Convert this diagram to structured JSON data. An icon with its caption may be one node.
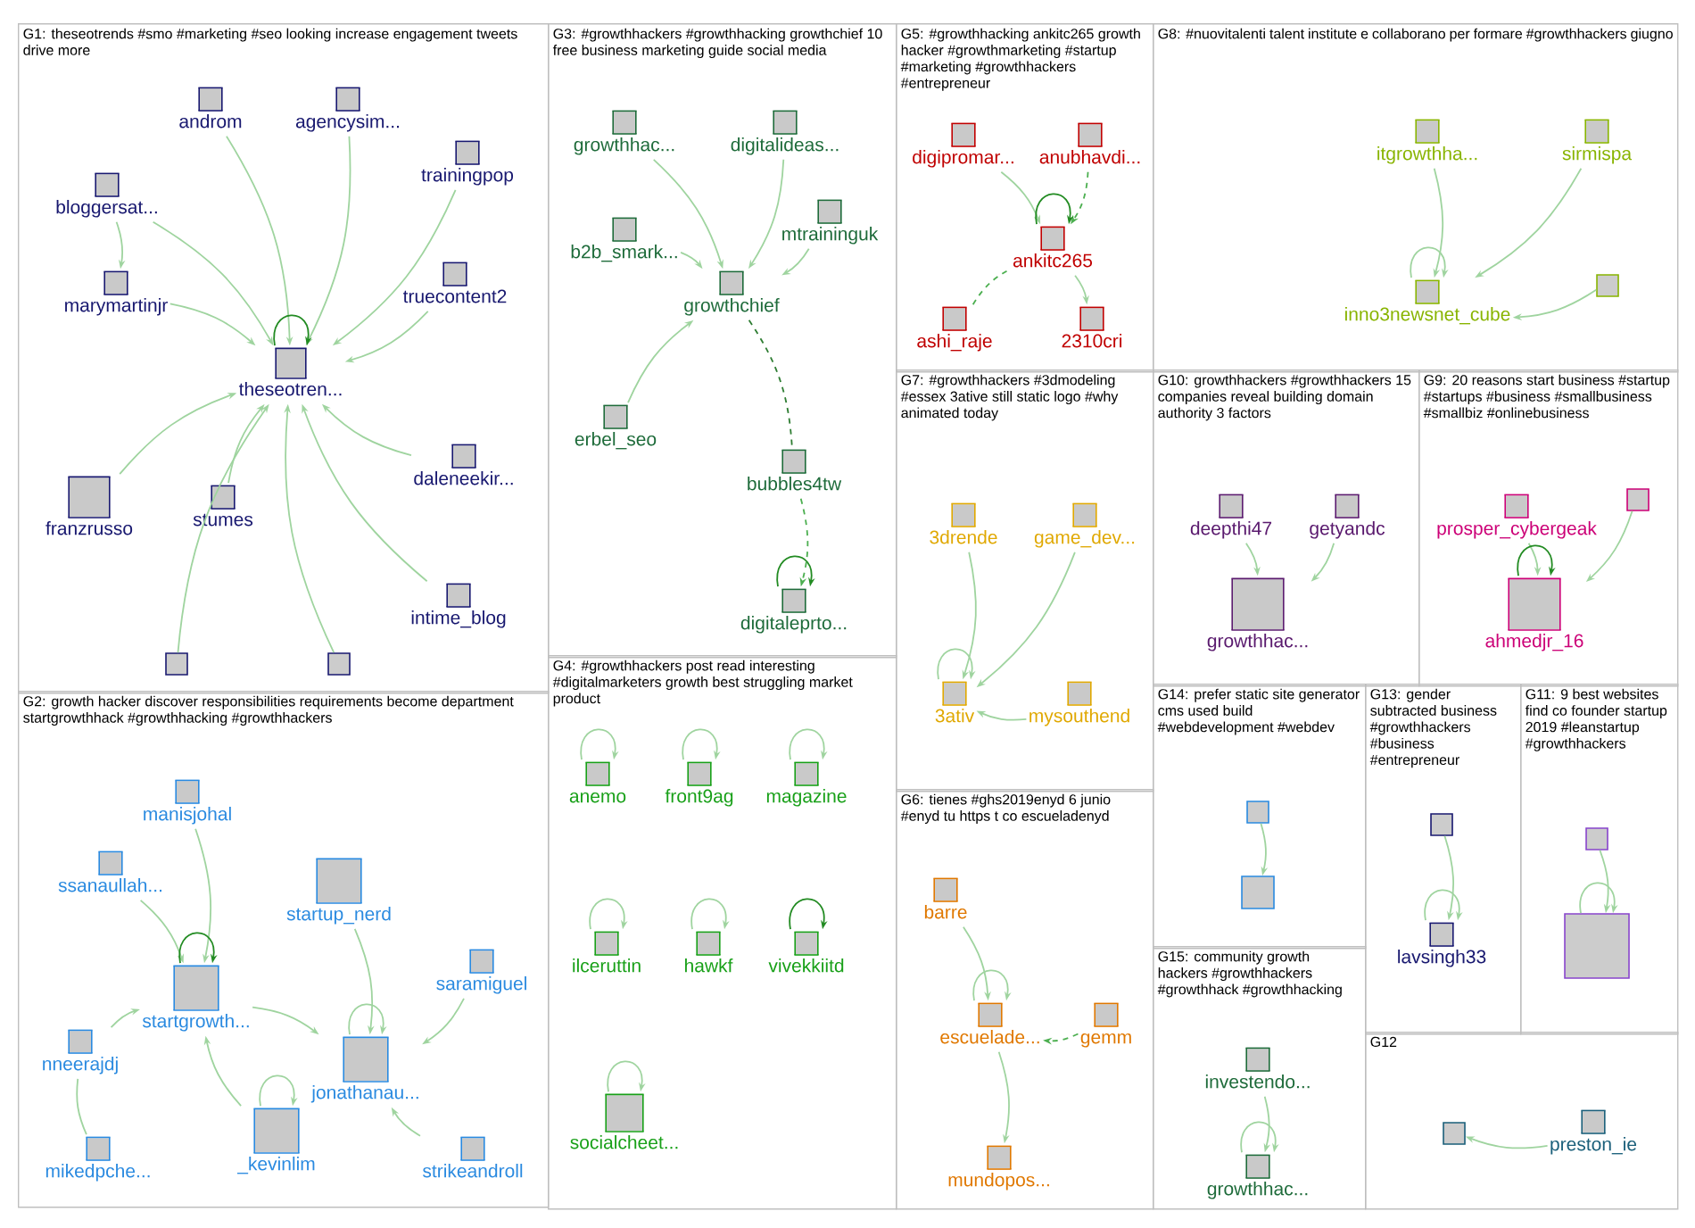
{
  "diagram": {
    "nodes": [
      {
        "text": [
          "G1: theseotrends #smo #marketing #seo looking increase engagement tweets drive more"
        ]
      },
      {
        "text": [
          "androm"
        ],
        "in": 0
      },
      {
        "text": [
          "agencysim..."
        ],
        "in": 0
      },
      {
        "text": [
          "trainingpop"
        ],
        "in": 0
      },
      {
        "text": [
          "bloggersat..."
        ],
        "in": 0
      },
      {
        "text": [
          "marymartinjr"
        ],
        "in": 0
      },
      {
        "text": [
          "theseotren..."
        ],
        "in": 0
      },
      {
        "text": [
          "franzrusso"
        ],
        "in": 0
      },
      {
        "text": [
          "stumes"
        ],
        "in": 0
      },
      {
        "text": [
          "intime_blog"
        ],
        "in": 0
      },
      {
        "text": [
          "truecontent2"
        ],
        "in": 0
      },
      {
        "text": [
          "daleneekir..."
        ],
        "in": 0
      },
      {
        "text": [],
        "shape": "box",
        "in": 0
      },
      {
        "text": [],
        "shape": "box",
        "in": 0
      },
      {
        "text": [
          "G3: #growthhackers #growthhacking growthchief 10 free business marketing guide social media"
        ]
      },
      {
        "text": [
          "growthhac..."
        ],
        "in": 14
      },
      {
        "text": [
          "digitalideas..."
        ],
        "in": 14
      },
      {
        "text": [
          "b2b_smark..."
        ],
        "in": 14
      },
      {
        "text": [
          "growthchief"
        ],
        "in": 14
      },
      {
        "text": [
          "mtraininguk"
        ],
        "in": 14
      },
      {
        "text": [
          "erbel_seo"
        ],
        "in": 14
      },
      {
        "text": [
          "bubbles4tw"
        ],
        "in": 14
      },
      {
        "text": [
          "digitaleprto..."
        ],
        "in": 14
      },
      {
        "text": [
          "G5: #growthhacking ankitc265 growth hacker #growthmarketing #startup #marketing #growthhackers #entrepreneur"
        ]
      },
      {
        "text": [
          "digipromar..."
        ],
        "in": 23
      },
      {
        "text": [
          "anubhavdi..."
        ],
        "in": 23
      },
      {
        "text": [
          "ankitc265"
        ],
        "in": 23
      },
      {
        "text": [
          "ashi_raje"
        ],
        "in": 23
      },
      {
        "text": [
          "2310cri"
        ],
        "in": 23
      },
      {
        "text": [
          "G8: #nuovitalenti talent institute e collaborano per formare #growthhackers giugno"
        ]
      },
      {
        "text": [
          "itgrowthha..."
        ],
        "in": 29
      },
      {
        "text": [
          "sirmispa"
        ],
        "in": 29
      },
      {
        "text": [
          "inno3newsnet_cube"
        ],
        "in": 29
      },
      {
        "text": [],
        "shape": "box",
        "in": 29
      },
      {
        "text": [
          "G7: #growthhackers #3dmodeling #essex 3ative still static logo #why animated today"
        ]
      },
      {
        "text": [
          "3drende"
        ],
        "in": 34
      },
      {
        "text": [
          "game_dev..."
        ],
        "in": 34
      },
      {
        "text": [
          "3ativ"
        ],
        "in": 34
      },
      {
        "text": [
          "mysouthend"
        ],
        "in": 34
      },
      {
        "text": [
          "G10: growthhackers #growthhackers 15 companies reveal building domain authority 3 factors"
        ]
      },
      {
        "text": [
          "deepthi47"
        ],
        "in": 39
      },
      {
        "text": [
          "getyandc"
        ],
        "in": 39
      },
      {
        "text": [
          "growthhac..."
        ],
        "in": 39
      },
      {
        "text": [
          "G9: 20 reasons start business #startup #startups #business #smallbusiness #smallbiz #onlinebusiness"
        ]
      },
      {
        "text": [
          "prosper_cybergeak"
        ],
        "in": 43
      },
      {
        "text": [],
        "shape": "box",
        "in": 43
      },
      {
        "text": [
          "ahmedjr_16"
        ],
        "in": 43
      },
      {
        "text": [
          "G2: growth hacker discover responsibilities requirements become department startgrowthhack #growthhacking #growthhackers"
        ]
      },
      {
        "text": [
          "manisjohal"
        ],
        "in": 47
      },
      {
        "text": [
          "ssanaullah..."
        ],
        "in": 47
      },
      {
        "text": [
          "startup_nerd"
        ],
        "in": 47
      },
      {
        "text": [
          "startgrowth..."
        ],
        "in": 47
      },
      {
        "text": [
          "saramiguel"
        ],
        "in": 47
      },
      {
        "text": [
          "nneerajdj"
        ],
        "in": 47
      },
      {
        "text": [
          "jonathanau..."
        ],
        "in": 47
      },
      {
        "text": [
          "mikedpche..."
        ],
        "in": 47
      },
      {
        "text": [
          "_kevinlim"
        ],
        "in": 47
      },
      {
        "text": [
          "strikeandroll"
        ],
        "in": 47
      },
      {
        "text": [
          "G4: #growthhackers post read interesting #digitalmarketers growth best struggling market product"
        ]
      },
      {
        "text": [
          "anemo"
        ],
        "in": 58
      },
      {
        "text": [
          "front9ag"
        ],
        "in": 58
      },
      {
        "text": [
          "magazine"
        ],
        "in": 58
      },
      {
        "text": [
          "ilceruttin"
        ],
        "in": 58
      },
      {
        "text": [
          "hawkf"
        ],
        "in": 58
      },
      {
        "text": [
          "vivekkiitd"
        ],
        "in": 58
      },
      {
        "text": [
          "socialcheet..."
        ],
        "in": 58
      },
      {
        "text": [
          "G6: tienes #ghs2019enyd 6 junio #enyd tu https t co escueladenyd"
        ]
      },
      {
        "text": [
          "barre"
        ],
        "in": 66
      },
      {
        "text": [
          "escuelade..."
        ],
        "in": 66
      },
      {
        "text": [
          "gemm"
        ],
        "in": 66
      },
      {
        "text": [
          "mundopos..."
        ],
        "in": 66
      },
      {
        "text": [
          "G14: prefer static site generator cms used build #webdevelopment #webdev"
        ]
      },
      {
        "text": [],
        "shape": "box",
        "in": 71
      },
      {
        "text": [],
        "shape": "box",
        "in": 71
      },
      {
        "text": [
          "G15: community growth hackers #growthhackers #growthhack #growthhacking"
        ]
      },
      {
        "text": [
          "investendo..."
        ],
        "in": 74
      },
      {
        "text": [
          "growthhac..."
        ],
        "in": 74
      },
      {
        "text": [
          "G13: gender subtracted business #growthhackers #business #entrepreneur"
        ]
      },
      {
        "text": [],
        "shape": "box",
        "in": 77
      },
      {
        "text": [
          "lavsingh33"
        ],
        "in": 77
      },
      {
        "text": [
          "G11: 9 best websites find co founder startup 2019 #leanstartup #growthhackers"
        ]
      },
      {
        "text": [],
        "shape": "box",
        "in": 80
      },
      {
        "text": [],
        "shape": "box",
        "in": 80
      },
      {
        "text": [
          "G12"
        ]
      },
      {
        "text": [],
        "shape": "box",
        "in": 83
      },
      {
        "text": [
          "preston_ie"
        ],
        "in": 83
      }
    ],
    "edges": [
      {
        "from": 1,
        "to": 6,
        "arrow": "to"
      },
      {
        "from": 2,
        "to": 6,
        "arrow": "to"
      },
      {
        "from": 3,
        "to": 6,
        "arrow": "to"
      },
      {
        "from": 4,
        "to": 6,
        "arrow": "to"
      },
      {
        "from": 4,
        "to": 5,
        "arrow": "to"
      },
      {
        "from": 5,
        "to": 6,
        "arrow": "to"
      },
      {
        "from": 7,
        "to": 6,
        "arrow": "to"
      },
      {
        "from": 8,
        "to": 6,
        "arrow": "to"
      },
      {
        "from": 9,
        "to": 6,
        "arrow": "to"
      },
      {
        "from": 10,
        "to": 6,
        "arrow": "to"
      },
      {
        "from": 11,
        "to": 6,
        "arrow": "to"
      },
      {
        "from": 12,
        "to": 6,
        "arrow": "to"
      },
      {
        "from": 13,
        "to": 6,
        "arrow": "to"
      },
      {
        "from": 6,
        "to": 6,
        "arrow": "to",
        "color": "#228b22"
      },
      {
        "from": 15,
        "to": 18,
        "arrow": "to"
      },
      {
        "from": 16,
        "to": 18,
        "arrow": "to"
      },
      {
        "from": 17,
        "to": 18,
        "arrow": "to"
      },
      {
        "from": 19,
        "to": 18,
        "arrow": "to"
      },
      {
        "from": 20,
        "to": 18,
        "arrow": "to"
      },
      {
        "from": 18,
        "to": 21,
        "arrow": "none",
        "style": "dashed",
        "color": "#2e7d32"
      },
      {
        "from": 21,
        "to": 22,
        "arrow": "to",
        "style": "dashed",
        "color": "#4caf50"
      },
      {
        "from": 22,
        "to": 22,
        "arrow": "to",
        "color": "#228b22"
      },
      {
        "from": 24,
        "to": 26,
        "arrow": "to"
      },
      {
        "from": 25,
        "to": 26,
        "arrow": "to",
        "style": "dashed",
        "color": "#4caf50"
      },
      {
        "from": 27,
        "to": 26,
        "arrow": "none",
        "style": "dashed",
        "color": "#4caf50"
      },
      {
        "from": 26,
        "to": 28,
        "arrow": "to"
      },
      {
        "from": 26,
        "to": 26,
        "arrow": "to",
        "color": "#228b22"
      },
      {
        "from": 30,
        "to": 32,
        "arrow": "to"
      },
      {
        "from": 31,
        "to": 32,
        "arrow": "to"
      },
      {
        "from": 33,
        "to": 32,
        "arrow": "to"
      },
      {
        "from": 32,
        "to": 32,
        "arrow": "to"
      },
      {
        "from": 35,
        "to": 37,
        "arrow": "to"
      },
      {
        "from": 36,
        "to": 37,
        "arrow": "to"
      },
      {
        "from": 38,
        "to": 37,
        "arrow": "to"
      },
      {
        "from": 37,
        "to": 37,
        "arrow": "to"
      },
      {
        "from": 40,
        "to": 42,
        "arrow": "to"
      },
      {
        "from": 41,
        "to": 42,
        "arrow": "to"
      },
      {
        "from": 44,
        "to": 46,
        "arrow": "to"
      },
      {
        "from": 45,
        "to": 46,
        "arrow": "to"
      },
      {
        "from": 46,
        "to": 46,
        "arrow": "to",
        "color": "#228b22"
      },
      {
        "from": 48,
        "to": 51,
        "arrow": "to"
      },
      {
        "from": 49,
        "to": 51,
        "arrow": "to"
      },
      {
        "from": 53,
        "to": 51,
        "arrow": "to"
      },
      {
        "from": 56,
        "to": 51,
        "arrow": "to"
      },
      {
        "from": 50,
        "to": 54,
        "arrow": "to"
      },
      {
        "from": 51,
        "to": 54,
        "arrow": "to"
      },
      {
        "from": 52,
        "to": 54,
        "arrow": "to"
      },
      {
        "from": 57,
        "to": 54,
        "arrow": "to"
      },
      {
        "from": 55,
        "to": 53,
        "arrow": "none"
      },
      {
        "from": 51,
        "to": 51,
        "arrow": "to",
        "color": "#228b22"
      },
      {
        "from": 54,
        "to": 54,
        "arrow": "to"
      },
      {
        "from": 56,
        "to": 56,
        "arrow": "to"
      },
      {
        "from": 59,
        "to": 59,
        "arrow": "to"
      },
      {
        "from": 60,
        "to": 60,
        "arrow": "to"
      },
      {
        "from": 61,
        "to": 61,
        "arrow": "to"
      },
      {
        "from": 62,
        "to": 62,
        "arrow": "to"
      },
      {
        "from": 63,
        "to": 63,
        "arrow": "to"
      },
      {
        "from": 64,
        "to": 64,
        "arrow": "to",
        "color": "#228b22"
      },
      {
        "from": 65,
        "to": 65,
        "arrow": "to"
      },
      {
        "from": 67,
        "to": 68,
        "arrow": "to"
      },
      {
        "from": 69,
        "to": 68,
        "arrow": "to",
        "style": "dashed",
        "color": "#4caf50"
      },
      {
        "from": 68,
        "to": 68,
        "arrow": "to"
      },
      {
        "from": 68,
        "to": 70,
        "arrow": "to"
      },
      {
        "from": 72,
        "to": 73,
        "arrow": "to"
      },
      {
        "from": 75,
        "to": 76,
        "arrow": "to"
      },
      {
        "from": 76,
        "to": 76,
        "arrow": "to"
      },
      {
        "from": 78,
        "to": 79,
        "arrow": "to"
      },
      {
        "from": 79,
        "to": 79,
        "arrow": "to"
      },
      {
        "from": 81,
        "to": 82,
        "arrow": "to"
      },
      {
        "from": 82,
        "to": 82,
        "arrow": "to"
      },
      {
        "from": 85,
        "to": 84,
        "arrow": "to"
      }
    ]
  }
}
